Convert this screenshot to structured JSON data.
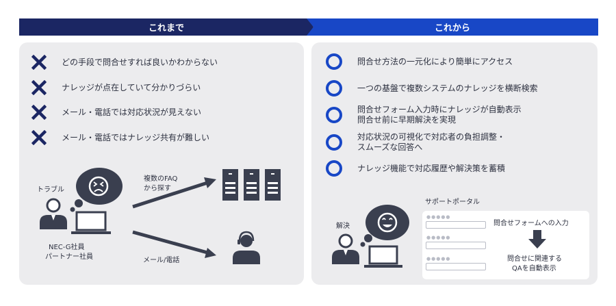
{
  "header": {
    "before": "これまで",
    "after": "これから"
  },
  "before_items": [
    "どの手段で問合せすれば良いかわからない",
    "ナレッジが点在していて分かりづらい",
    "メール・電話では対応状況が見えない",
    "メール・電話ではナレッジ共有が難しい"
  ],
  "after_items": [
    {
      "lines": [
        "問合せ方法の一元化により簡単にアクセス"
      ]
    },
    {
      "lines": [
        "一つの基盤で複数システムのナレッジを横断検索"
      ]
    },
    {
      "lines": [
        "問合せフォーム入力時にナレッジが自動表示",
        "問合せ前に早期解決を実現"
      ]
    },
    {
      "lines": [
        "対応状況の可視化で対応者の負担調整・",
        "スムーズな回答へ"
      ]
    },
    {
      "lines": [
        "ナレッジ機能で対応履歴や解決策を蓄積"
      ]
    }
  ],
  "left_diagram": {
    "trouble_label": "トラブル",
    "user_label_1": "NEC-G社員",
    "user_label_2": "パートナー社員",
    "faq_label_1": "複数のFAQ",
    "faq_label_2": "から探す",
    "mail_label": "メール/電話"
  },
  "right_diagram": {
    "resolved_label": "解決",
    "portal_title": "サポートポータル",
    "form_label": "問合せフォームへの入力",
    "result_label_1": "問合せに関連する",
    "result_label_2": "QAを自動表示",
    "field_dots": "●●●●●"
  },
  "colors": {
    "navy": "#1b2663",
    "blue": "#1847c6",
    "icon": "#3a3f4f",
    "panel": "#ececee"
  }
}
